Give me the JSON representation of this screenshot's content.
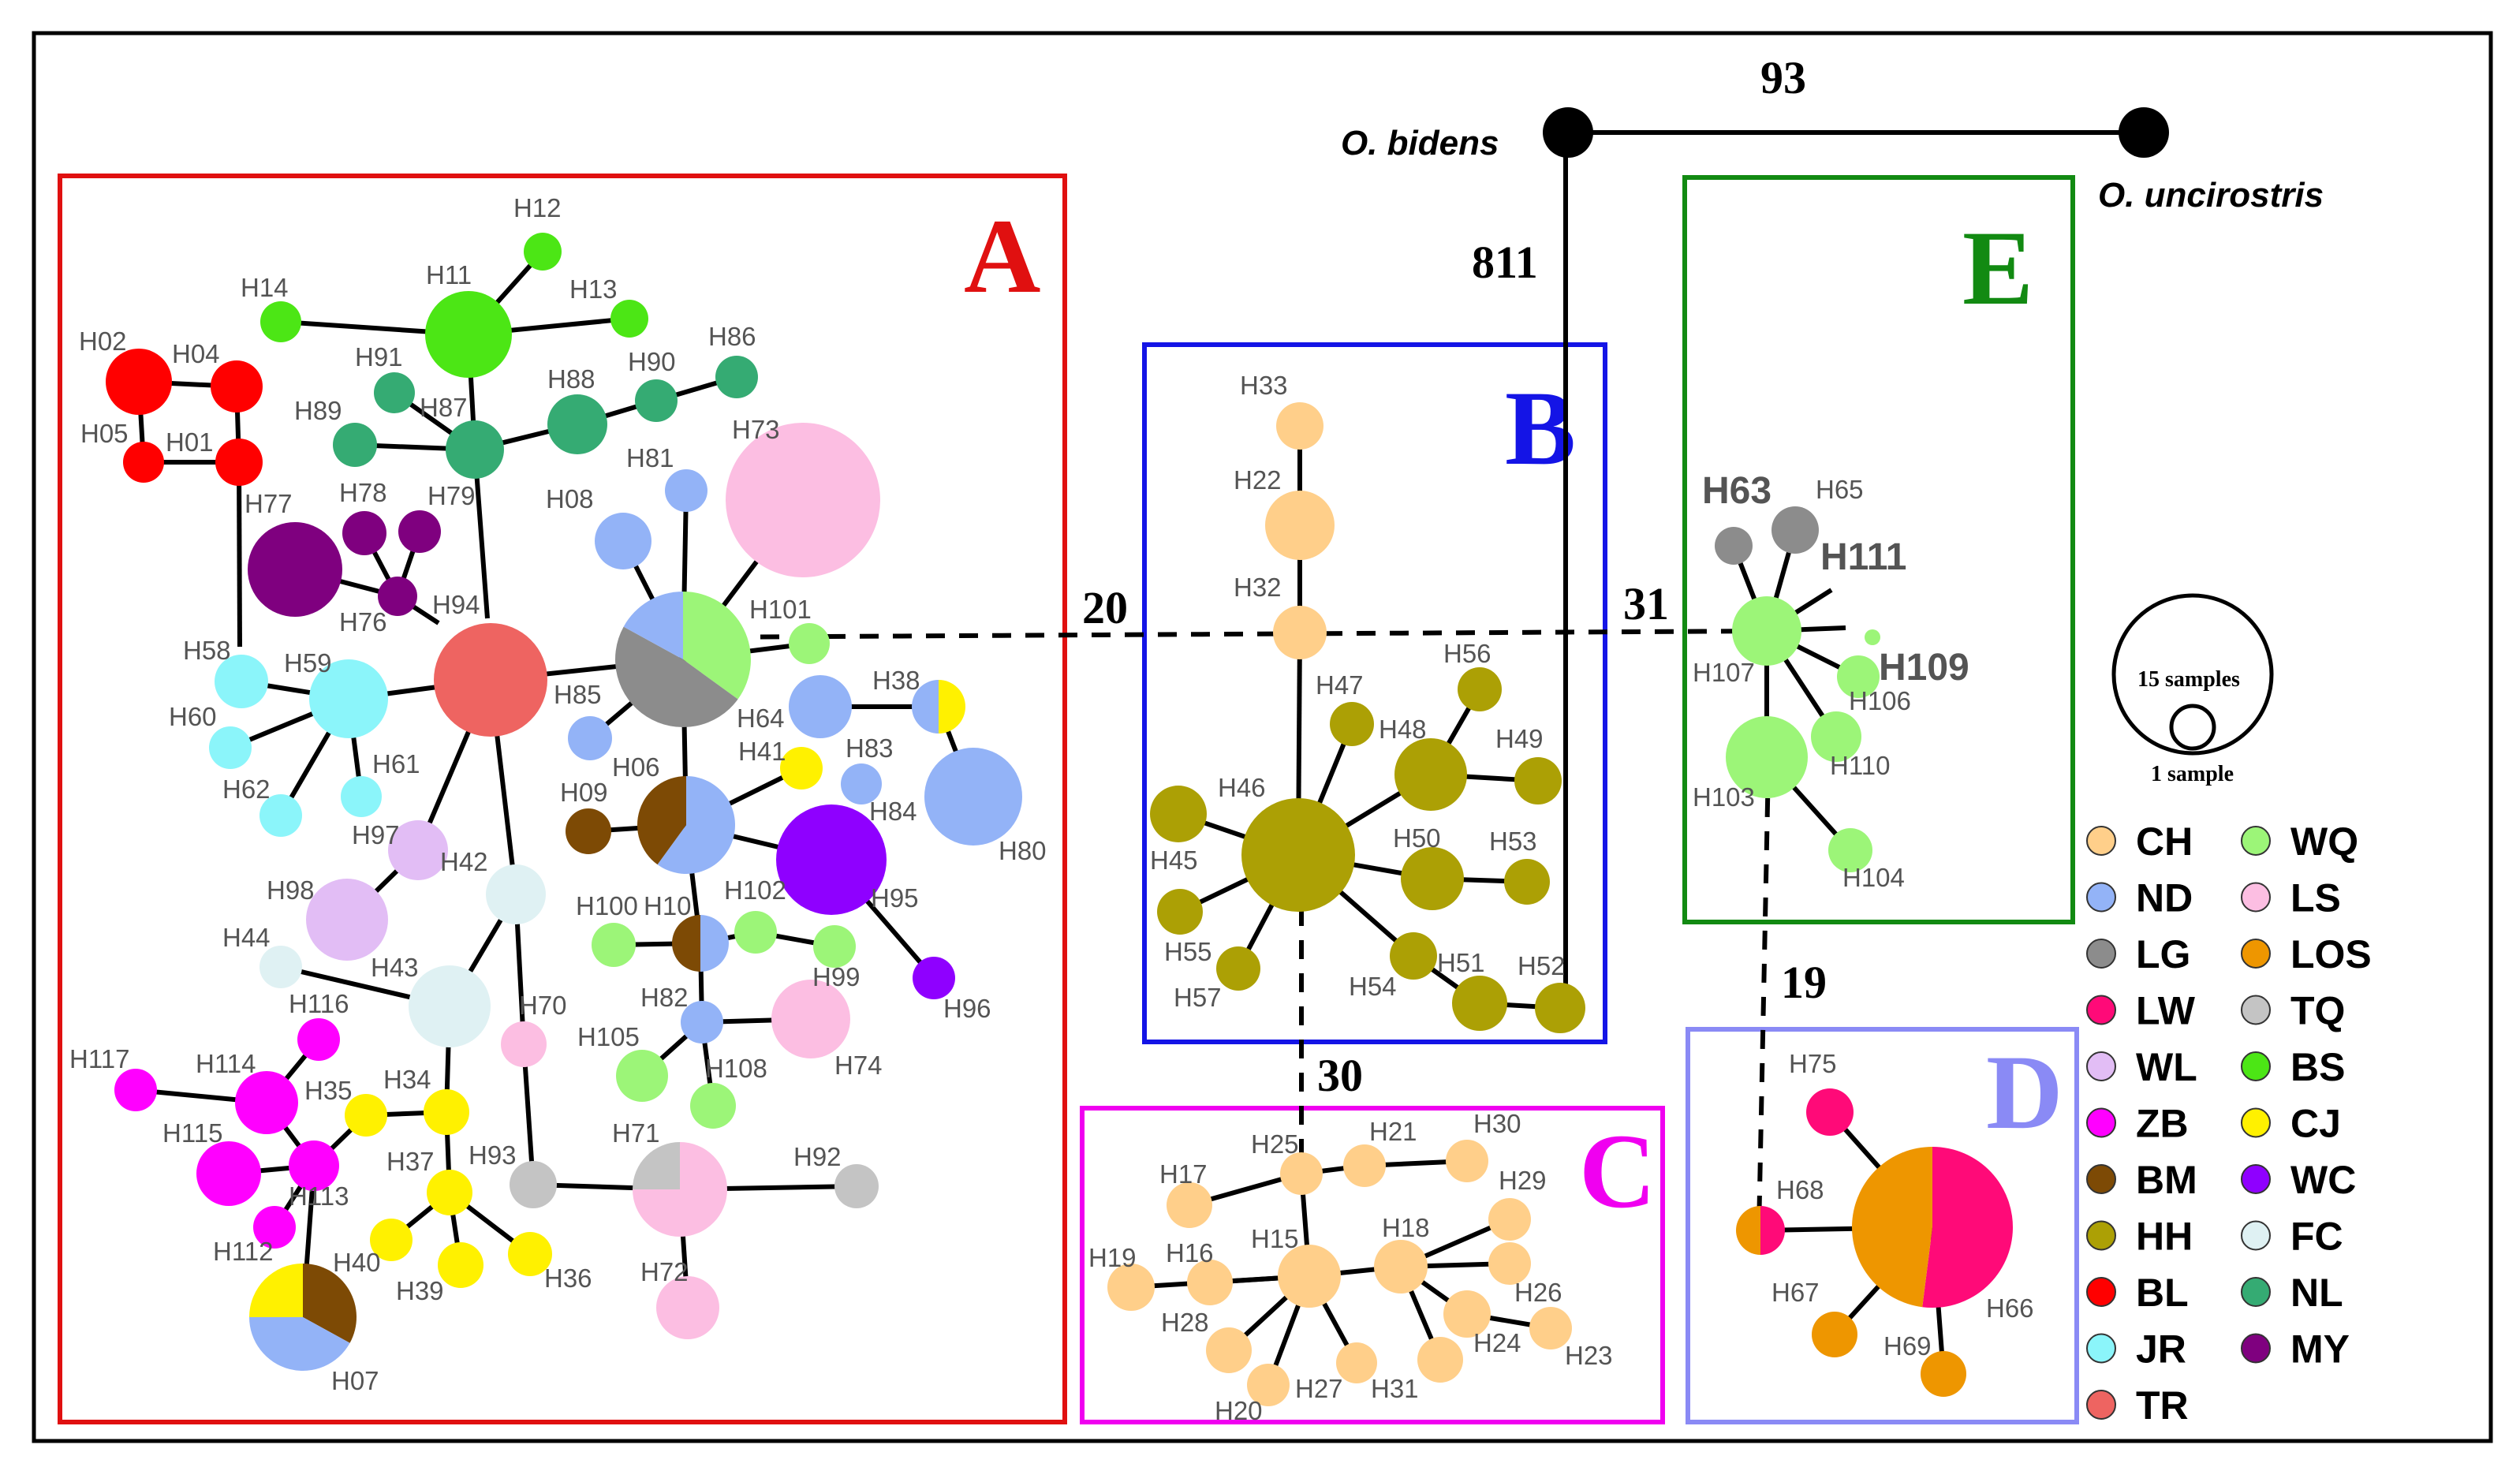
{
  "outgroups": {
    "left": "O. bidens",
    "right": "O. uncirostris"
  },
  "mutation_steps": [
    "93",
    "811",
    "20",
    "31",
    "30",
    "19"
  ],
  "clades": {
    "A": {
      "label": "A",
      "color": "#e01010"
    },
    "B": {
      "label": "B",
      "color": "#1414e6"
    },
    "C": {
      "label": "C",
      "color": "#f000f0"
    },
    "D": {
      "label": "D",
      "color": "#8a8af5"
    },
    "E": {
      "label": "E",
      "color": "#128a12"
    }
  },
  "scale": {
    "large": "15 samples",
    "small": "1 sample"
  },
  "legend": [
    {
      "code": "CH",
      "color": "#ffcf8a"
    },
    {
      "code": "ND",
      "color": "#93b3f7"
    },
    {
      "code": "LG",
      "color": "#8c8c8c"
    },
    {
      "code": "LW",
      "color": "#ff0a78"
    },
    {
      "code": "WL",
      "color": "#e2bdf5"
    },
    {
      "code": "ZB",
      "color": "#ff00ff"
    },
    {
      "code": "BM",
      "color": "#7d4a05"
    },
    {
      "code": "HH",
      "color": "#aca005"
    },
    {
      "code": "BL",
      "color": "#ff0000"
    },
    {
      "code": "JR",
      "color": "#8bf5fa"
    },
    {
      "code": "TR",
      "color": "#ee6461"
    },
    {
      "code": "WQ",
      "color": "#9cf578"
    },
    {
      "code": "LS",
      "color": "#fcbee2"
    },
    {
      "code": "LOS",
      "color": "#ee9600"
    },
    {
      "code": "TQ",
      "color": "#c4c4c4"
    },
    {
      "code": "BS",
      "color": "#4ce615"
    },
    {
      "code": "CJ",
      "color": "#fff100"
    },
    {
      "code": "WC",
      "color": "#8f00ff"
    },
    {
      "code": "FC",
      "color": "#dff1f3"
    },
    {
      "code": "NL",
      "color": "#35ab73"
    },
    {
      "code": "MY",
      "color": "#7f007f"
    }
  ],
  "haplotypes": [
    {
      "id": "H02",
      "label": "H02",
      "pop": "BL"
    },
    {
      "id": "H04",
      "label": "H04",
      "pop": "BL"
    },
    {
      "id": "H05",
      "label": "H05",
      "pop": "BL"
    },
    {
      "id": "H01",
      "label": "H01",
      "pop": "BL"
    },
    {
      "id": "H14",
      "label": "H14",
      "pop": "BS"
    },
    {
      "id": "H11",
      "label": "H11",
      "pop": "BS"
    },
    {
      "id": "H12",
      "label": "H12",
      "pop": "BS"
    },
    {
      "id": "H13",
      "label": "H13",
      "pop": "BS"
    },
    {
      "id": "H91",
      "label": "H91",
      "pop": "NL"
    },
    {
      "id": "H89",
      "label": "H89",
      "pop": "NL"
    },
    {
      "id": "H87",
      "label": "H87",
      "pop": "NL"
    },
    {
      "id": "H88",
      "label": "H88",
      "pop": "NL"
    },
    {
      "id": "H90",
      "label": "H90",
      "pop": "NL"
    },
    {
      "id": "H86",
      "label": "H86",
      "pop": "NL"
    },
    {
      "id": "H79",
      "label": "H79",
      "pop": "NL"
    },
    {
      "id": "H77",
      "label": "H77",
      "pop": "MY"
    },
    {
      "id": "H78",
      "label": "H78",
      "pop": "MY"
    },
    {
      "id": "H78b",
      "label": "",
      "pop": "MY"
    },
    {
      "id": "H76",
      "label": "H76",
      "pop": "MY"
    },
    {
      "id": "H94",
      "label": "H94",
      "pop": "TR"
    },
    {
      "id": "H58",
      "label": "H58",
      "pop": "JR"
    },
    {
      "id": "H59",
      "label": "H59",
      "pop": "JR"
    },
    {
      "id": "H60",
      "label": "H60",
      "pop": "JR"
    },
    {
      "id": "H62",
      "label": "H62",
      "pop": "JR"
    },
    {
      "id": "H61",
      "label": "H61",
      "pop": "JR"
    },
    {
      "id": "H81",
      "label": "H81",
      "pop": "ND"
    },
    {
      "id": "H73",
      "label": "H73",
      "pop": "LS"
    },
    {
      "id": "H08",
      "label": "H08",
      "pop": "ND"
    },
    {
      "id": "H85",
      "label": "H85",
      "pop": "ND"
    },
    {
      "id": "H101",
      "label": "H101",
      "pop": "WQ"
    },
    {
      "id": "H64",
      "label": "H64",
      "pop": "ND"
    },
    {
      "id": "H38",
      "label": "H38",
      "pop": "CJ"
    },
    {
      "id": "H83",
      "label": "H83",
      "pop": "ND"
    },
    {
      "id": "H84",
      "label": "H84",
      "pop": "ND"
    },
    {
      "id": "H80",
      "label": "H80",
      "pop": "ND"
    },
    {
      "id": "H41",
      "label": "H41",
      "pop": "CJ"
    },
    {
      "id": "H06",
      "label": "H06",
      "pop": "ND"
    },
    {
      "id": "H09",
      "label": "H09",
      "pop": "BM"
    },
    {
      "id": "H95",
      "label": "H95",
      "pop": "WC"
    },
    {
      "id": "H96",
      "label": "H96",
      "pop": "WC"
    },
    {
      "id": "H97",
      "label": "H97",
      "pop": "WL"
    },
    {
      "id": "H98",
      "label": "H98",
      "pop": "WL"
    },
    {
      "id": "H42",
      "label": "H42",
      "pop": "FC"
    },
    {
      "id": "H44",
      "label": "H44",
      "pop": "FC"
    },
    {
      "id": "H43",
      "label": "H43",
      "pop": "FC"
    },
    {
      "id": "H100",
      "label": "H100",
      "pop": "WQ"
    },
    {
      "id": "H10",
      "label": "H10",
      "pop": "ND"
    },
    {
      "id": "H102",
      "label": "H102",
      "pop": "WQ"
    },
    {
      "id": "H99",
      "label": "H99",
      "pop": "WQ"
    },
    {
      "id": "H82",
      "label": "H82",
      "pop": "ND"
    },
    {
      "id": "H74",
      "label": "H74",
      "pop": "LS"
    },
    {
      "id": "H105",
      "label": "H105",
      "pop": "WQ"
    },
    {
      "id": "H108",
      "label": "H108",
      "pop": "WQ"
    },
    {
      "id": "H70",
      "label": "H70",
      "pop": "LS"
    },
    {
      "id": "H116",
      "label": "H116",
      "pop": "ZB"
    },
    {
      "id": "H117",
      "label": "H117",
      "pop": "ZB"
    },
    {
      "id": "H114",
      "label": "H114",
      "pop": "ZB"
    },
    {
      "id": "H35",
      "label": "H35",
      "pop": "CJ"
    },
    {
      "id": "H115",
      "label": "H115",
      "pop": "ZB"
    },
    {
      "id": "H113",
      "label": "H113",
      "pop": "ZB"
    },
    {
      "id": "H112",
      "label": "H112",
      "pop": "ZB"
    },
    {
      "id": "H34",
      "label": "H34",
      "pop": "CJ"
    },
    {
      "id": "H37",
      "label": "H37",
      "pop": "CJ"
    },
    {
      "id": "H93",
      "label": "H93",
      "pop": "TQ"
    },
    {
      "id": "H71",
      "label": "H71",
      "pop": "LS"
    },
    {
      "id": "H92",
      "label": "H92",
      "pop": "TQ"
    },
    {
      "id": "H72",
      "label": "H72",
      "pop": "LS"
    },
    {
      "id": "H40",
      "label": "H40",
      "pop": "CJ"
    },
    {
      "id": "H39",
      "label": "H39",
      "pop": "CJ"
    },
    {
      "id": "H36",
      "label": "H36",
      "pop": "CJ"
    },
    {
      "id": "H07",
      "label": "H07",
      "pop": "ND"
    },
    {
      "id": "H33",
      "label": "H33",
      "pop": "CH"
    },
    {
      "id": "H22",
      "label": "H22",
      "pop": "CH"
    },
    {
      "id": "H32",
      "label": "H32",
      "pop": "CH"
    },
    {
      "id": "H47",
      "label": "H47",
      "pop": "HH"
    },
    {
      "id": "H56",
      "label": "H56",
      "pop": "HH"
    },
    {
      "id": "H48",
      "label": "H48",
      "pop": "HH"
    },
    {
      "id": "H49",
      "label": "H49",
      "pop": "HH"
    },
    {
      "id": "H46",
      "label": "H46",
      "pop": "HH"
    },
    {
      "id": "H45",
      "label": "H45",
      "pop": "HH"
    },
    {
      "id": "H50",
      "label": "H50",
      "pop": "HH"
    },
    {
      "id": "H53",
      "label": "H53",
      "pop": "HH"
    },
    {
      "id": "H55",
      "label": "H55",
      "pop": "HH"
    },
    {
      "id": "H57",
      "label": "H57",
      "pop": "HH"
    },
    {
      "id": "H54",
      "label": "H54",
      "pop": "HH"
    },
    {
      "id": "H51",
      "label": "H51",
      "pop": "HH"
    },
    {
      "id": "H52",
      "label": "H52",
      "pop": "HH"
    },
    {
      "id": "H63",
      "label": "H63",
      "pop": "LG"
    },
    {
      "id": "H65",
      "label": "H65",
      "pop": "LG"
    },
    {
      "id": "H111",
      "label": "H111",
      "pop": "WQ"
    },
    {
      "id": "H107",
      "label": "H107",
      "pop": "WQ"
    },
    {
      "id": "H109",
      "label": "H109",
      "pop": "WQ"
    },
    {
      "id": "H106",
      "label": "H106",
      "pop": "WQ"
    },
    {
      "id": "H110",
      "label": "H110",
      "pop": "WQ"
    },
    {
      "id": "H103",
      "label": "H103",
      "pop": "WQ"
    },
    {
      "id": "H104",
      "label": "H104",
      "pop": "WQ"
    },
    {
      "id": "H25",
      "label": "H25",
      "pop": "CH"
    },
    {
      "id": "H21",
      "label": "H21",
      "pop": "CH"
    },
    {
      "id": "H30",
      "label": "H30",
      "pop": "CH"
    },
    {
      "id": "H17",
      "label": "H17",
      "pop": "CH"
    },
    {
      "id": "H29",
      "label": "H29",
      "pop": "CH"
    },
    {
      "id": "H15",
      "label": "H15",
      "pop": "CH"
    },
    {
      "id": "H18",
      "label": "H18",
      "pop": "CH"
    },
    {
      "id": "H19",
      "label": "H19",
      "pop": "CH"
    },
    {
      "id": "H16",
      "label": "H16",
      "pop": "CH"
    },
    {
      "id": "H26",
      "label": "H26",
      "pop": "CH"
    },
    {
      "id": "H28",
      "label": "H28",
      "pop": "CH"
    },
    {
      "id": "H24",
      "label": "H24",
      "pop": "CH"
    },
    {
      "id": "H23",
      "label": "H23",
      "pop": "CH"
    },
    {
      "id": "H20",
      "label": "H20",
      "pop": "CH"
    },
    {
      "id": "H27",
      "label": "H27",
      "pop": "CH"
    },
    {
      "id": "H31",
      "label": "H31",
      "pop": "CH"
    },
    {
      "id": "H75",
      "label": "H75",
      "pop": "LW"
    },
    {
      "id": "H68",
      "label": "H68",
      "pop": "LW/LOS"
    },
    {
      "id": "H66",
      "label": "H66",
      "pop": "LW/LOS"
    },
    {
      "id": "H67",
      "label": "H67",
      "pop": "LOS"
    },
    {
      "id": "H69",
      "label": "H69",
      "pop": "LOS"
    }
  ]
}
